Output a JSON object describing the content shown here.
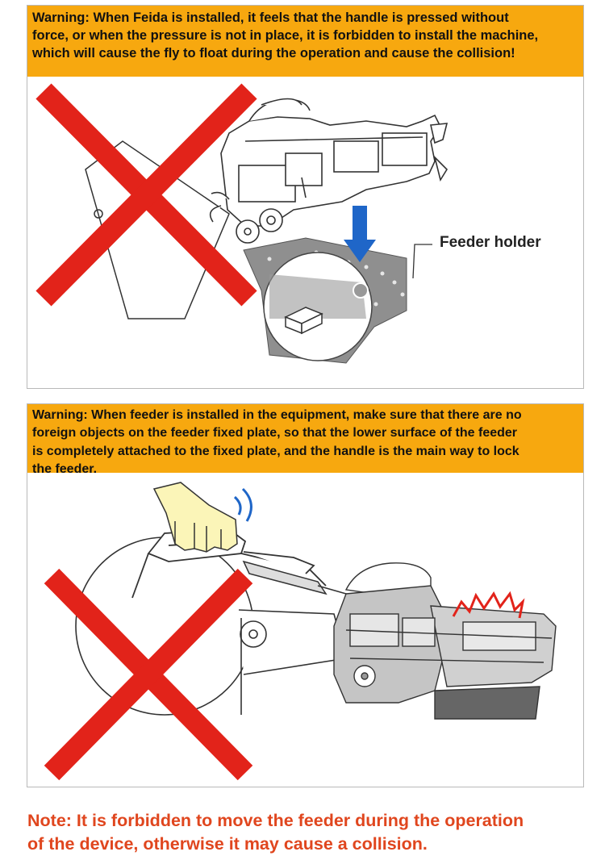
{
  "warning_1": {
    "lines": [
      "Warning: When Feida is installed, it feels that the handle is pressed without",
      "force, or when the pressure is not in place, it is forbidden to install the machine,",
      "which will cause the fly to float during the operation and cause the collision!"
    ]
  },
  "figure_1": {
    "label": "Feeder holder",
    "icons": [
      "red-cross-icon",
      "down-arrow-icon"
    ],
    "colors": {
      "cross": "#e2231a",
      "arrow": "#1f66c8",
      "plate": "#8a8a8a"
    }
  },
  "warning_2": {
    "lines": [
      "Warning: When feeder is installed in the equipment, make sure that there are no",
      "foreign objects on the feeder fixed plate, so that the lower surface of the feeder",
      "is completely attached to the fixed plate, and the handle is the main way to lock",
      "the feeder."
    ]
  },
  "figure_2": {
    "icons": [
      "red-cross-icon",
      "hand-icon",
      "motion-wave-icon",
      "collision-burst-icon"
    ],
    "colors": {
      "cross": "#e2231a",
      "hand": "#fbf5b8",
      "wave": "#1f66c8",
      "burst": "#e2231a"
    }
  },
  "note": {
    "lines": [
      "Note: It is forbidden to move the feeder during the operation",
      "of the device, otherwise it may cause a collision."
    ]
  },
  "colors": {
    "banner": "#f7a80f",
    "note_text": "#e0461e"
  }
}
